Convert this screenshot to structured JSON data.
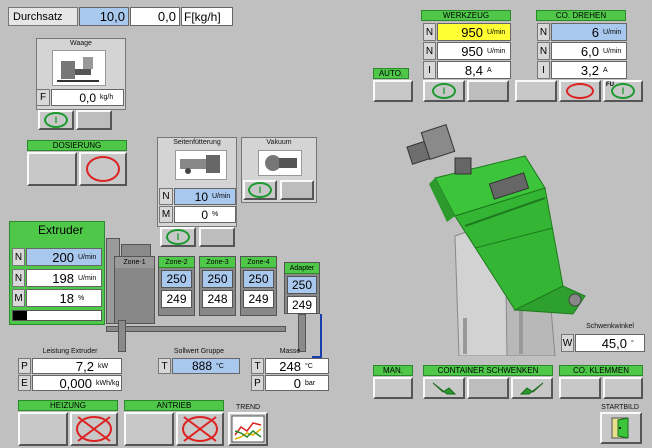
{
  "header": {
    "label": "Durchsatz",
    "value1": "10,0",
    "value2": "0,0",
    "unit": "F[kg/h]"
  },
  "waage": {
    "title": "Waage",
    "row_label": "F",
    "value": "0,0",
    "unit": "kg/h",
    "on_icon": "I"
  },
  "dosierung": {
    "label": "DOSIERUNG"
  },
  "seitenfuetterung": {
    "title": "Seitenfütterung",
    "n_label": "N",
    "n_value": "10",
    "n_unit": "U/min",
    "m_label": "M",
    "m_value": "0",
    "m_unit": "%",
    "on_icon": "I"
  },
  "vakuum": {
    "title": "Vakuum",
    "on_icon": "I"
  },
  "extruder": {
    "title": "Extruder",
    "rows": [
      {
        "label": "N",
        "value": "200",
        "unit": "U/min",
        "style": "blue"
      },
      {
        "label": "N",
        "value": "198",
        "unit": "U/min",
        "style": "white"
      },
      {
        "label": "M",
        "value": "18",
        "unit": "%",
        "style": "white"
      }
    ]
  },
  "zones": [
    {
      "name": "Zone-1"
    },
    {
      "name": "Zone-2",
      "set": "250",
      "act": "249"
    },
    {
      "name": "Zone-3",
      "set": "250",
      "act": "248"
    },
    {
      "name": "Zone-4",
      "set": "250",
      "act": "249"
    },
    {
      "name": "Adapter",
      "set": "250",
      "act": "249"
    }
  ],
  "leistung": {
    "title": "Leistung Extruder",
    "p_label": "P",
    "p_value": "7,2",
    "p_unit": "kW",
    "e_label": "E",
    "e_value": "0,000",
    "e_unit": "kWh/kg"
  },
  "sollwert": {
    "title": "Sollwert Gruppe",
    "t_label": "T",
    "value": "888",
    "unit": "°C"
  },
  "masse": {
    "title": "Masse",
    "t_label": "T",
    "t_value": "248",
    "t_unit": "°C",
    "p_label": "P",
    "p_value": "0",
    "p_unit": "bar"
  },
  "heizung": {
    "label": "HEIZUNG"
  },
  "antrieb": {
    "label": "ANTRIEB"
  },
  "trend": {
    "label": "TREND"
  },
  "werkzeug": {
    "title": "WERKZEUG",
    "rows": [
      {
        "label": "N",
        "value": "950",
        "unit": "U/min"
      },
      {
        "label": "N",
        "value": "950",
        "unit": "U/min"
      },
      {
        "label": "I",
        "value": "8,4",
        "unit": "A"
      }
    ],
    "on_icon": "I"
  },
  "co_drehen": {
    "title": "CO. DREHEN",
    "rows": [
      {
        "label": "N",
        "value": "6",
        "unit": "U/min"
      },
      {
        "label": "N",
        "value": "6,0",
        "unit": "U/min"
      },
      {
        "label": "I",
        "value": "3,2",
        "unit": "A"
      }
    ],
    "fu_label": "FU",
    "on_icon": "I"
  },
  "auto": {
    "label": "AUTO."
  },
  "schwenkwinkel": {
    "title": "Schwenkwinkel",
    "label": "W",
    "value": "45,0",
    "unit": "°"
  },
  "man": {
    "label": "MAN."
  },
  "container_schwenken": {
    "label": "CONTAINER SCHWENKEN"
  },
  "co_klemmen": {
    "label": "CO. KLEMMEN"
  },
  "startbild": {
    "label": "STARTBILD"
  },
  "colors": {
    "green": "#4fc84a",
    "blue_field": "#a9c8ee",
    "yellow_field": "#ffff33",
    "red": "#dd2222"
  }
}
